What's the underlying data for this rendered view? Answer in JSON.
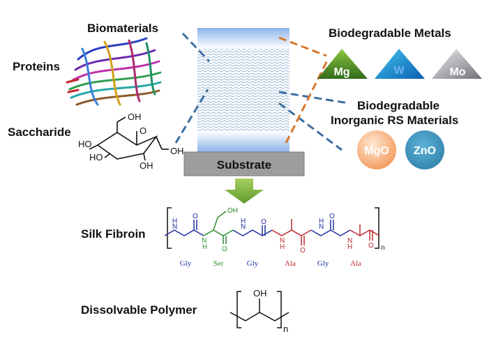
{
  "labels": {
    "biomaterials": "Biomaterials",
    "proteins": "Proteins",
    "saccharide": "Saccharide",
    "substrate": "Substrate",
    "biodegradable_metals": "Biodegradable Metals",
    "rs_materials_line1": "Biodegradable",
    "rs_materials_line2": "Inorganic RS Materials",
    "silk_fibroin": "Silk Fibroin",
    "dissolvable_polymer": "Dissolvable Polymer"
  },
  "metals": [
    {
      "symbol": "Mg",
      "color_top": "#8dc63f",
      "color_bottom": "#2f6b1c"
    },
    {
      "symbol": "W",
      "color_top": "#40c4f0",
      "color_bottom": "#0b5fb0"
    },
    {
      "symbol": "Mo",
      "color_top": "#f0f0f0",
      "color_bottom": "#6e6f7a"
    }
  ],
  "oxides": [
    {
      "formula": "MgO",
      "color": "#f39a5b"
    },
    {
      "formula": "ZnO",
      "color": "#2f7fa8"
    }
  ],
  "saccharide_atoms": {
    "oh": "OH",
    "o": "O",
    "ho": "HO"
  },
  "silk": {
    "residues": [
      "Gly",
      "Ser",
      "Gly",
      "Ala",
      "Gly",
      "Ala"
    ],
    "residue_colors": [
      "#1f2ea0",
      "#2e8b2e",
      "#1f2ea0",
      "#c0282d",
      "#1f2ea0",
      "#c0282d"
    ],
    "atom_o": "O",
    "atom_n": "N",
    "atom_h": "H",
    "side_oh": "OH",
    "subscript": "n"
  },
  "polymer": {
    "oh": "OH",
    "subscript": "n"
  },
  "colors": {
    "dash_blue": "#3c6e9f",
    "dash_orange": "#d9772b",
    "substrate": "#9d9d9d",
    "arrow_green": "#7fb33a"
  }
}
